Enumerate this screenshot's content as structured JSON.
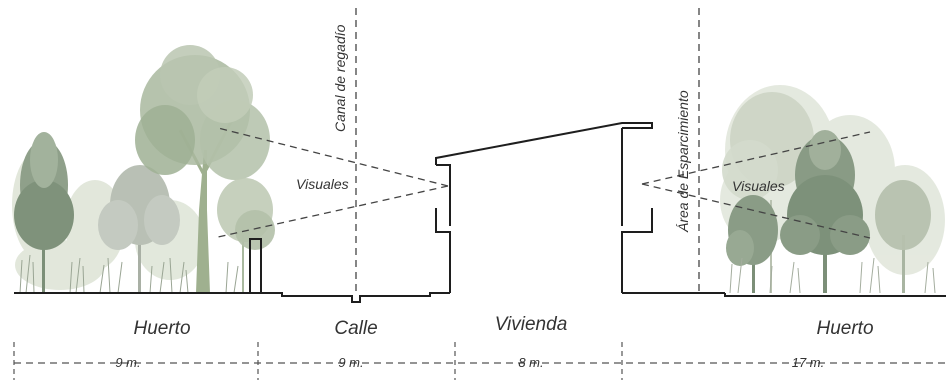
{
  "colors": {
    "structure": "#1e1e1e",
    "foliage_light": "#c7d1bc",
    "foliage_mid": "#a9b99f",
    "foliage_dark": "#7c8f78",
    "trunk": "#9fb08f",
    "text": "#333333"
  },
  "labels": {
    "canal": "Canal de regadío",
    "esparcimiento": "Área de Esparcimiento",
    "visuales_left": "Visuales",
    "visuales_right": "Visuales"
  },
  "zones": [
    {
      "name": "Huerto",
      "width": "9 m."
    },
    {
      "name": "Calle",
      "width": "9 m."
    },
    {
      "name": "Vivienda",
      "width": "8 m."
    },
    {
      "name": "Huerto",
      "width": "17 m."
    }
  ]
}
